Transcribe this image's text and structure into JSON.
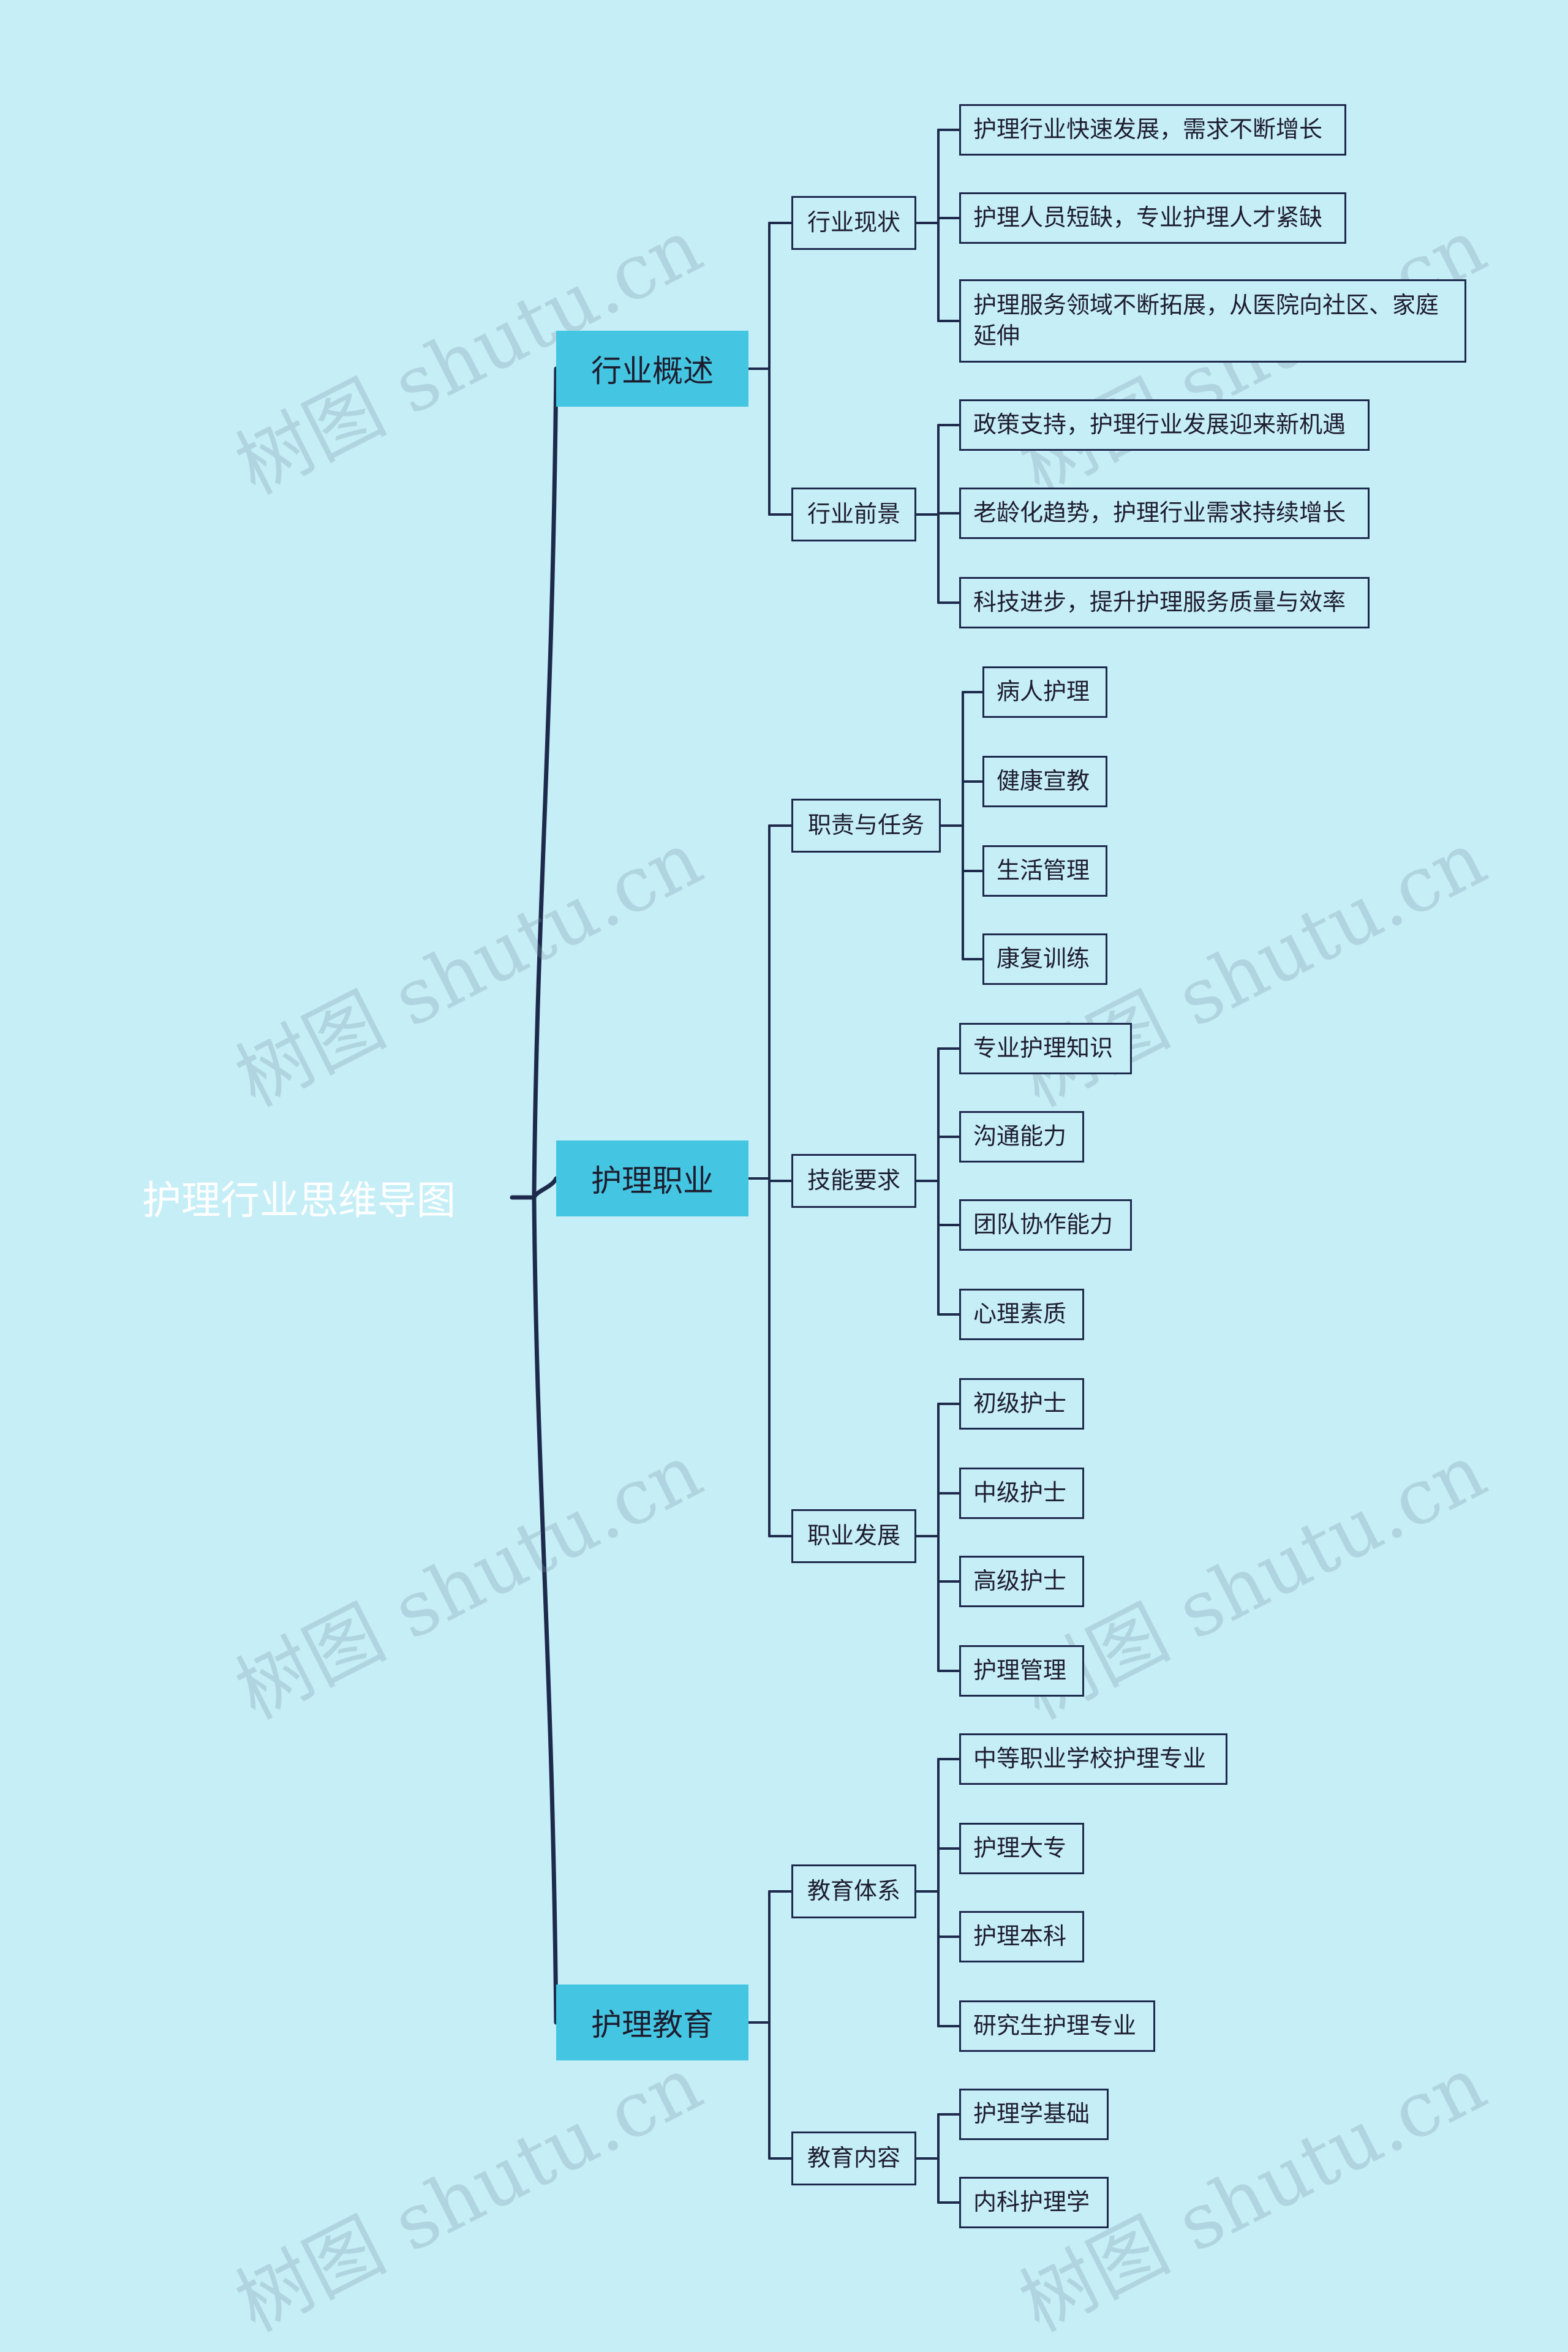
{
  "watermark": "树图 shutu.cn",
  "colors": {
    "background": "#c6eef7",
    "primary_node": "#44c6e2",
    "line": "#1e2a4c",
    "root_text": "#ffffff"
  },
  "root": {
    "label": "护理行业思维导图"
  },
  "branches": [
    {
      "label": "行业概述",
      "children": [
        {
          "label": "行业现状",
          "children": [
            "护理行业快速发展，需求不断增长",
            "护理人员短缺，专业护理人才紧缺",
            "护理服务领域不断拓展，从医院向社区、家庭延伸"
          ]
        },
        {
          "label": "行业前景",
          "children": [
            "政策支持，护理行业发展迎来新机遇",
            "老龄化趋势，护理行业需求持续增长",
            "科技进步，提升护理服务质量与效率"
          ]
        }
      ]
    },
    {
      "label": "护理职业",
      "children": [
        {
          "label": "职责与任务",
          "children": [
            "病人护理",
            "健康宣教",
            "生活管理",
            "康复训练"
          ]
        },
        {
          "label": "技能要求",
          "children": [
            "专业护理知识",
            "沟通能力",
            "团队协作能力",
            "心理素质"
          ]
        },
        {
          "label": "职业发展",
          "children": [
            "初级护士",
            "中级护士",
            "高级护士",
            "护理管理"
          ]
        }
      ]
    },
    {
      "label": "护理教育",
      "children": [
        {
          "label": "教育体系",
          "children": [
            "中等职业学校护理专业",
            "护理大专",
            "护理本科",
            "研究生护理专业"
          ]
        },
        {
          "label": "教育内容",
          "children": [
            "护理学基础",
            "内科护理学"
          ]
        }
      ]
    }
  ]
}
